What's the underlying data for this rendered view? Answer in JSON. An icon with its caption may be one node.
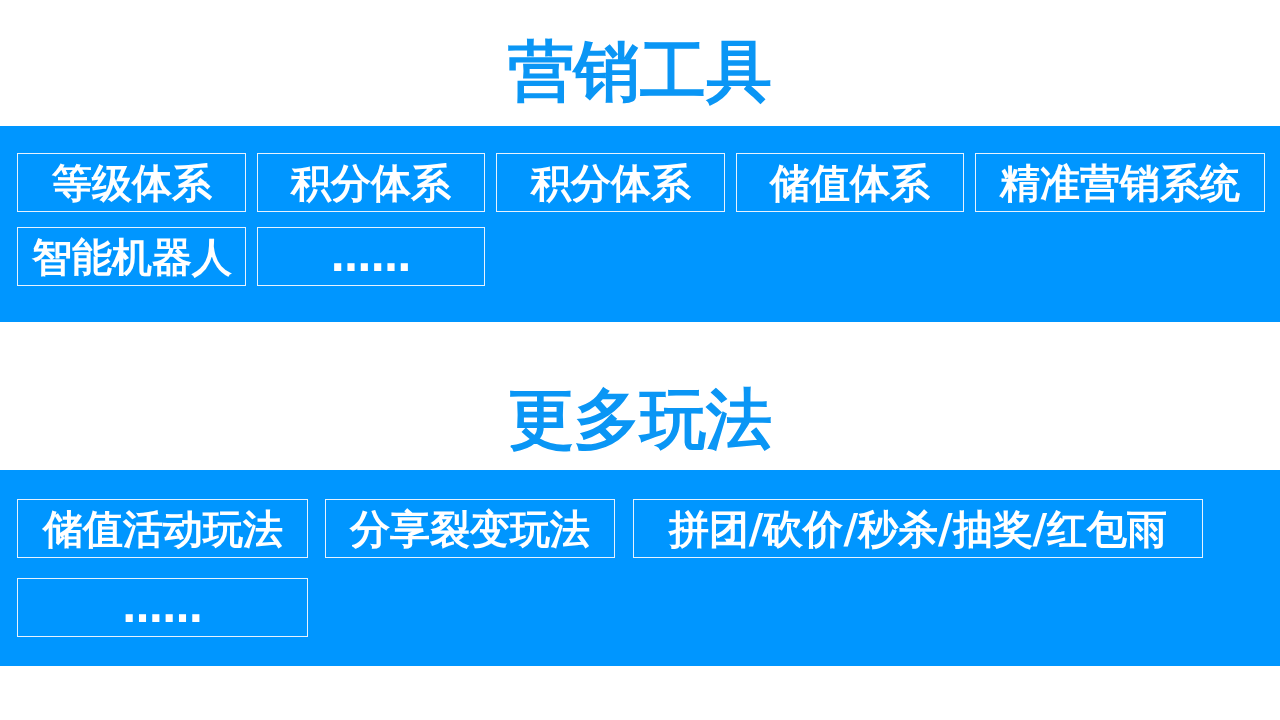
{
  "diagram": {
    "nodes": [
      {
        "text": [],
        "shape": "box"
      },
      {
        "text": [
          "等级体系"
        ],
        "in": 0
      },
      {
        "text": [
          "积分体系"
        ],
        "in": 0
      },
      {
        "text": [
          "积分体系"
        ],
        "in": 0
      },
      {
        "text": [
          "储值体系"
        ],
        "in": 0
      },
      {
        "text": [
          "精准营销系统"
        ],
        "in": 0
      },
      {
        "text": [
          "智能机器人"
        ],
        "in": 0
      },
      {
        "text": [
          "……"
        ],
        "in": 0
      },
      {
        "text": [],
        "shape": "box"
      },
      {
        "text": [
          "储值活动玩法"
        ],
        "in": 8
      },
      {
        "text": [
          "分享裂变玩法"
        ],
        "in": 8
      },
      {
        "text": [
          "拼团/砍价/秒杀/抽奖/红包雨"
        ],
        "in": 8
      },
      {
        "text": [
          "……"
        ],
        "in": 8
      }
    ],
    "labels": [
      "营销工具",
      "更多玩法"
    ]
  }
}
